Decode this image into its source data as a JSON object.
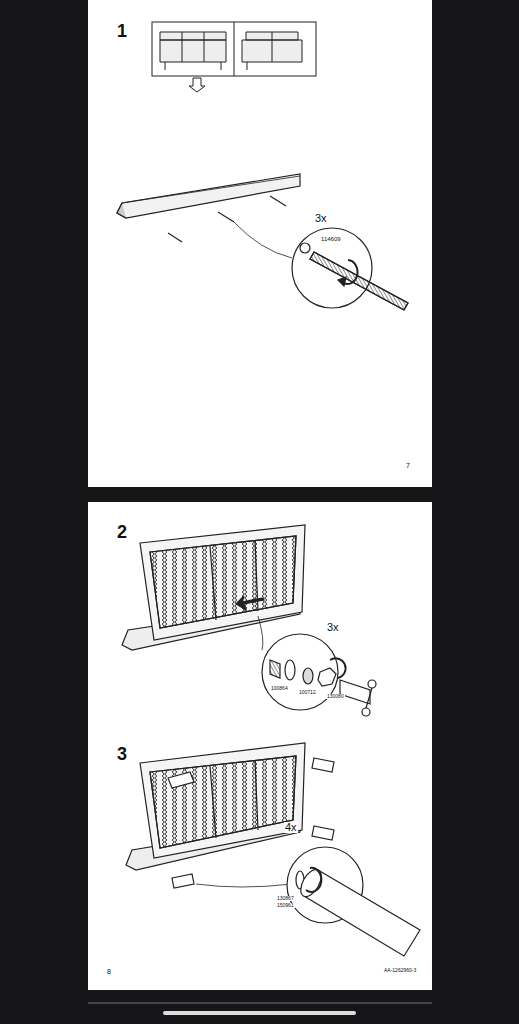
{
  "diagram": {
    "labels": [
      "1",
      "3x",
      "114609",
      "7",
      "2",
      "3x",
      "100864",
      "100712",
      "130080",
      "3",
      "4x",
      "130867",
      "150961",
      "8",
      "AA-1262960-3"
    ]
  }
}
